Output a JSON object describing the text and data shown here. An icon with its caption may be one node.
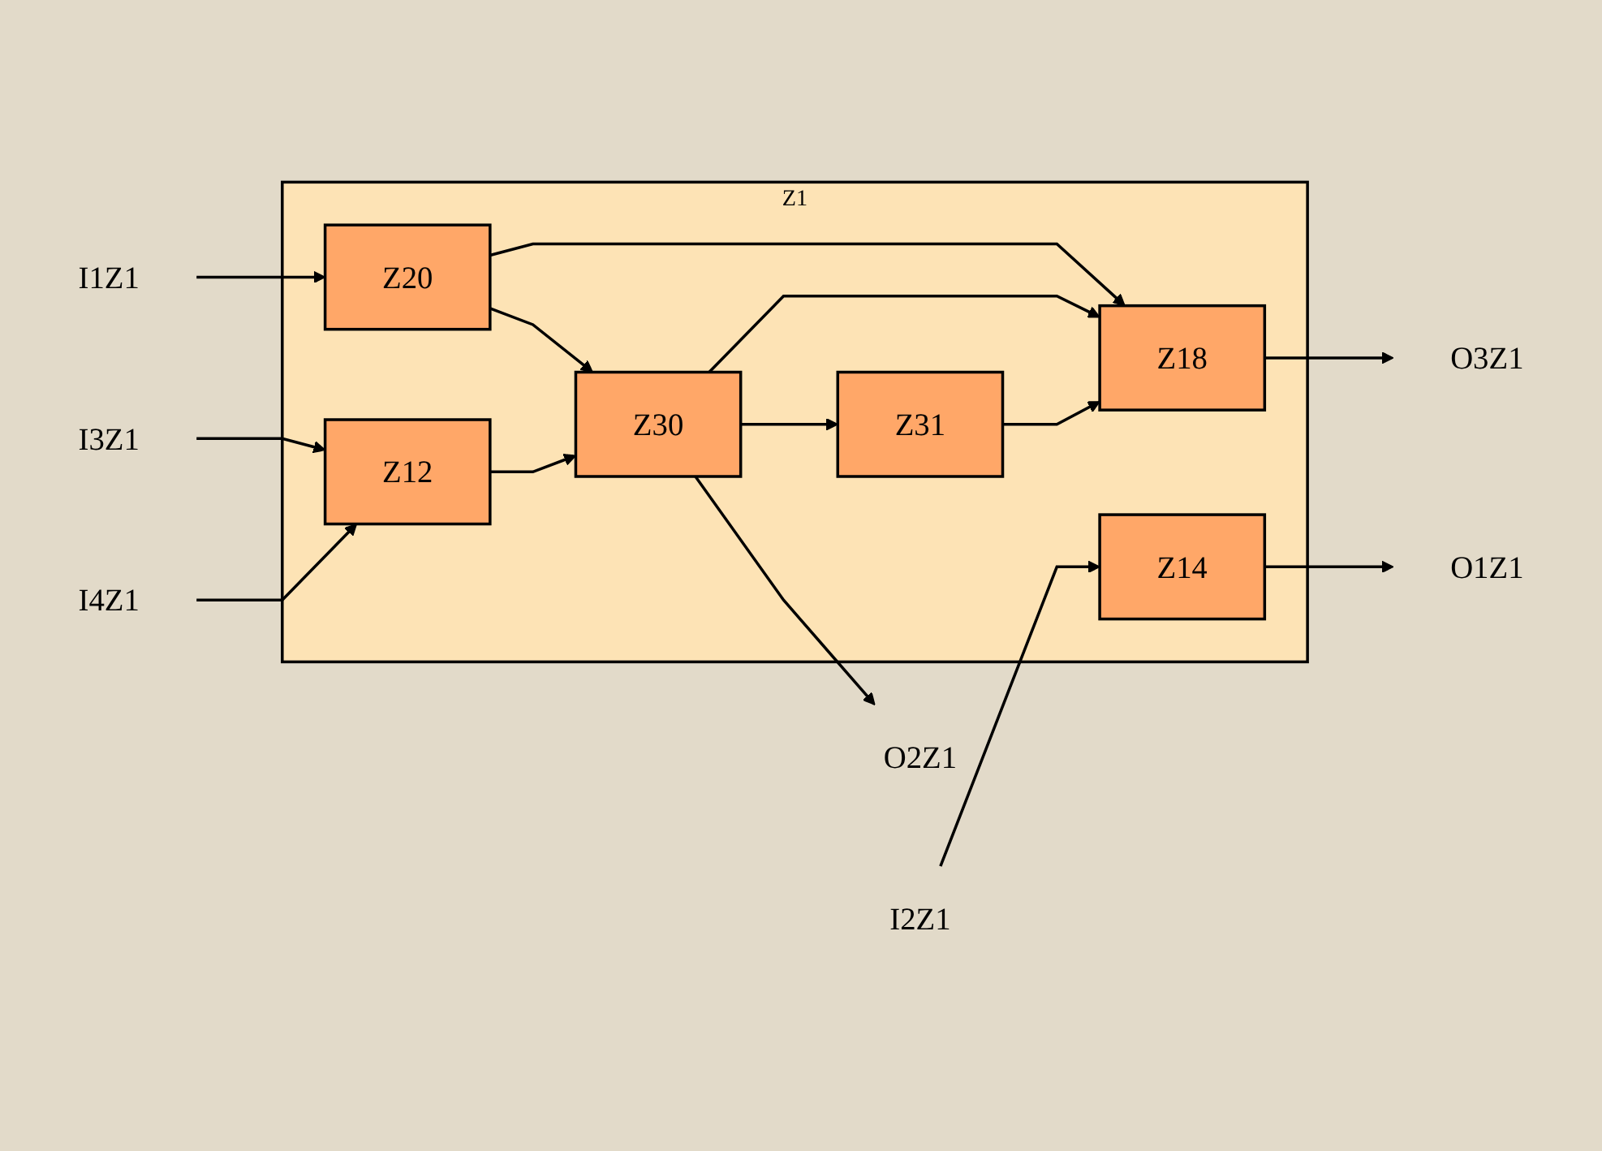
{
  "diagram": {
    "nodes": [
      {
        "text": [
          "Z1"
        ]
      },
      {
        "text": [
          "Z20"
        ],
        "in": 0
      },
      {
        "text": [
          "Z14"
        ],
        "in": 0
      },
      {
        "text": [
          "Z12"
        ],
        "in": 0
      },
      {
        "text": [
          "Z30"
        ],
        "in": 0
      },
      {
        "text": [
          "Z31"
        ],
        "in": 0
      },
      {
        "text": [
          "Z18"
        ],
        "in": 0
      },
      {
        "text": [
          "I1Z1"
        ]
      },
      {
        "text": [
          "I2Z1"
        ]
      },
      {
        "text": [
          "I3Z1"
        ]
      },
      {
        "text": [
          "I4Z1"
        ]
      },
      {
        "text": [
          "O1Z1"
        ]
      },
      {
        "text": [
          "O2Z1"
        ]
      },
      {
        "text": [
          "O3Z1"
        ]
      }
    ],
    "edges": [
      {
        "from": 7,
        "to": 1,
        "arrow": "to"
      },
      {
        "from": 8,
        "to": 2,
        "arrow": "to"
      },
      {
        "from": 9,
        "to": 3,
        "arrow": "to"
      },
      {
        "from": 10,
        "to": 3,
        "arrow": "to"
      },
      {
        "from": 1,
        "to": 6,
        "arrow": "to"
      },
      {
        "from": 1,
        "to": 4,
        "arrow": "to"
      },
      {
        "from": 3,
        "to": 4,
        "arrow": "to"
      },
      {
        "from": 2,
        "to": 11,
        "arrow": "to"
      },
      {
        "from": 4,
        "to": 12,
        "arrow": "to"
      },
      {
        "from": 4,
        "to": 6,
        "arrow": "to"
      },
      {
        "from": 4,
        "to": 5,
        "arrow": "to"
      },
      {
        "from": 5,
        "to": 6,
        "arrow": "to"
      },
      {
        "from": 6,
        "to": 13,
        "arrow": "to"
      }
    ]
  }
}
